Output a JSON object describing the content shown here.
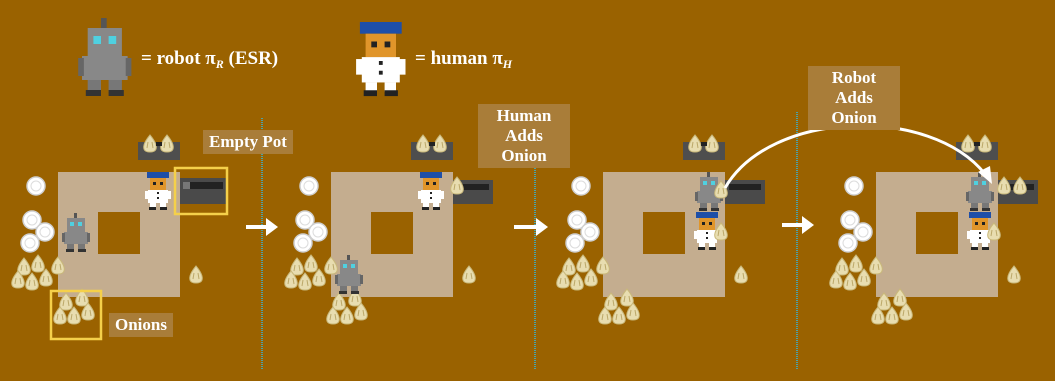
{
  "legend": {
    "robot_text": "= robot π",
    "robot_sub": "R",
    "robot_suffix": " (ESR)",
    "human_text": "= human π",
    "human_sub": "H"
  },
  "annotations": {
    "empty_pot": "Empty Pot",
    "onions": "Onions",
    "human_adds_onion_1": "Human",
    "human_adds_onion_2": "Adds Onion",
    "robot_adds_onion_1": "Robot",
    "robot_adds_onion_2": "Adds Onion"
  },
  "colors": {
    "background": "#9a6200",
    "counter": "#c4ad8f",
    "highlight": "#f5d04a",
    "divider": "#4aa3a8",
    "pot": "#4a4a4a"
  },
  "frames": [
    {
      "step": 1,
      "robot": "left-of-counter",
      "human": "top-right-facing-pot",
      "pot_onions": 0
    },
    {
      "step": 2,
      "robot": "bottom-left",
      "human": "top-right-facing-pot",
      "pot_onions": 1
    },
    {
      "step": 3,
      "robot": "top-right-holding-onion",
      "human": "below-robot",
      "pot_onions": 1
    },
    {
      "step": 4,
      "robot": "top-right-facing-pot",
      "human": "below-robot",
      "pot_onions": 2
    }
  ]
}
